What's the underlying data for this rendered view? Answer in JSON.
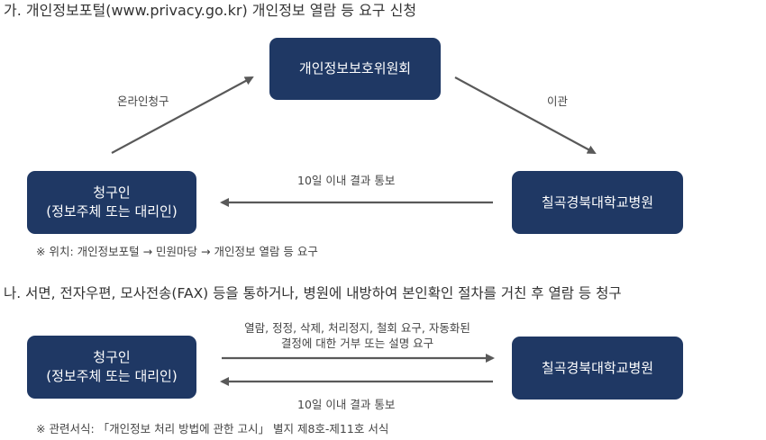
{
  "section_a": {
    "heading": "가. 개인정보포털(www.privacy.go.kr) 개인정보 열람 등 요구 신청",
    "commission_box": "개인정보보호위원회",
    "requester_box": {
      "line1": "청구인",
      "line2": "(정보주체 또는 대리인)"
    },
    "hospital_box": "칠곡경북대학교병원",
    "online_request_label": "온라인청구",
    "transfer_label": "이관",
    "notice_label": "10일 이내 결과 통보",
    "location_note": "※ 위치: 개인정보포털 → 민원마당 → 개인정보 열람 등 요구"
  },
  "section_b": {
    "heading": "나. 서면, 전자우편, 모사전송(FAX) 등을 통하거나, 병원에 내방하여 본인확인 절차를 거친 후 열람 등 청구",
    "requester_box": {
      "line1": "청구인",
      "line2": "(정보주체 또는 대리인)"
    },
    "hospital_box": "칠곡경북대학교병원",
    "request_label": {
      "line1": "열람, 정정, 삭제, 처리정지, 철회 요구, 자동화된",
      "line2": "결정에 대한 거부 또는 설명 요구"
    },
    "notice_label": "10일 이내 결과 통보",
    "form_note": "※ 관련서식: 「개인정보 처리 방법에 관한 고시」 별지 제8호-제11호 서식"
  },
  "colors": {
    "box_fill": "#1f3864",
    "box_text": "#ffffff",
    "arrow": "#595959"
  }
}
